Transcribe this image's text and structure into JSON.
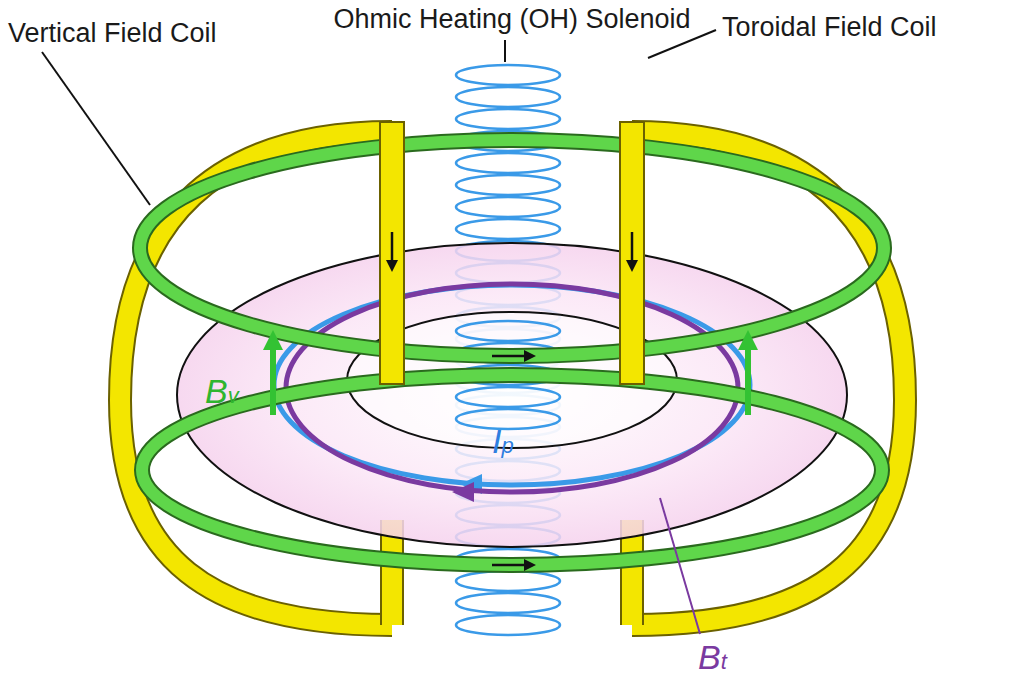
{
  "diagram": {
    "labels": [
      "Ohmic Heating (OH) Solenoid",
      "Vertical Field Coil",
      "Toroidal Field Coil",
      "Bv",
      "Ip",
      "Bt"
    ]
  }
}
